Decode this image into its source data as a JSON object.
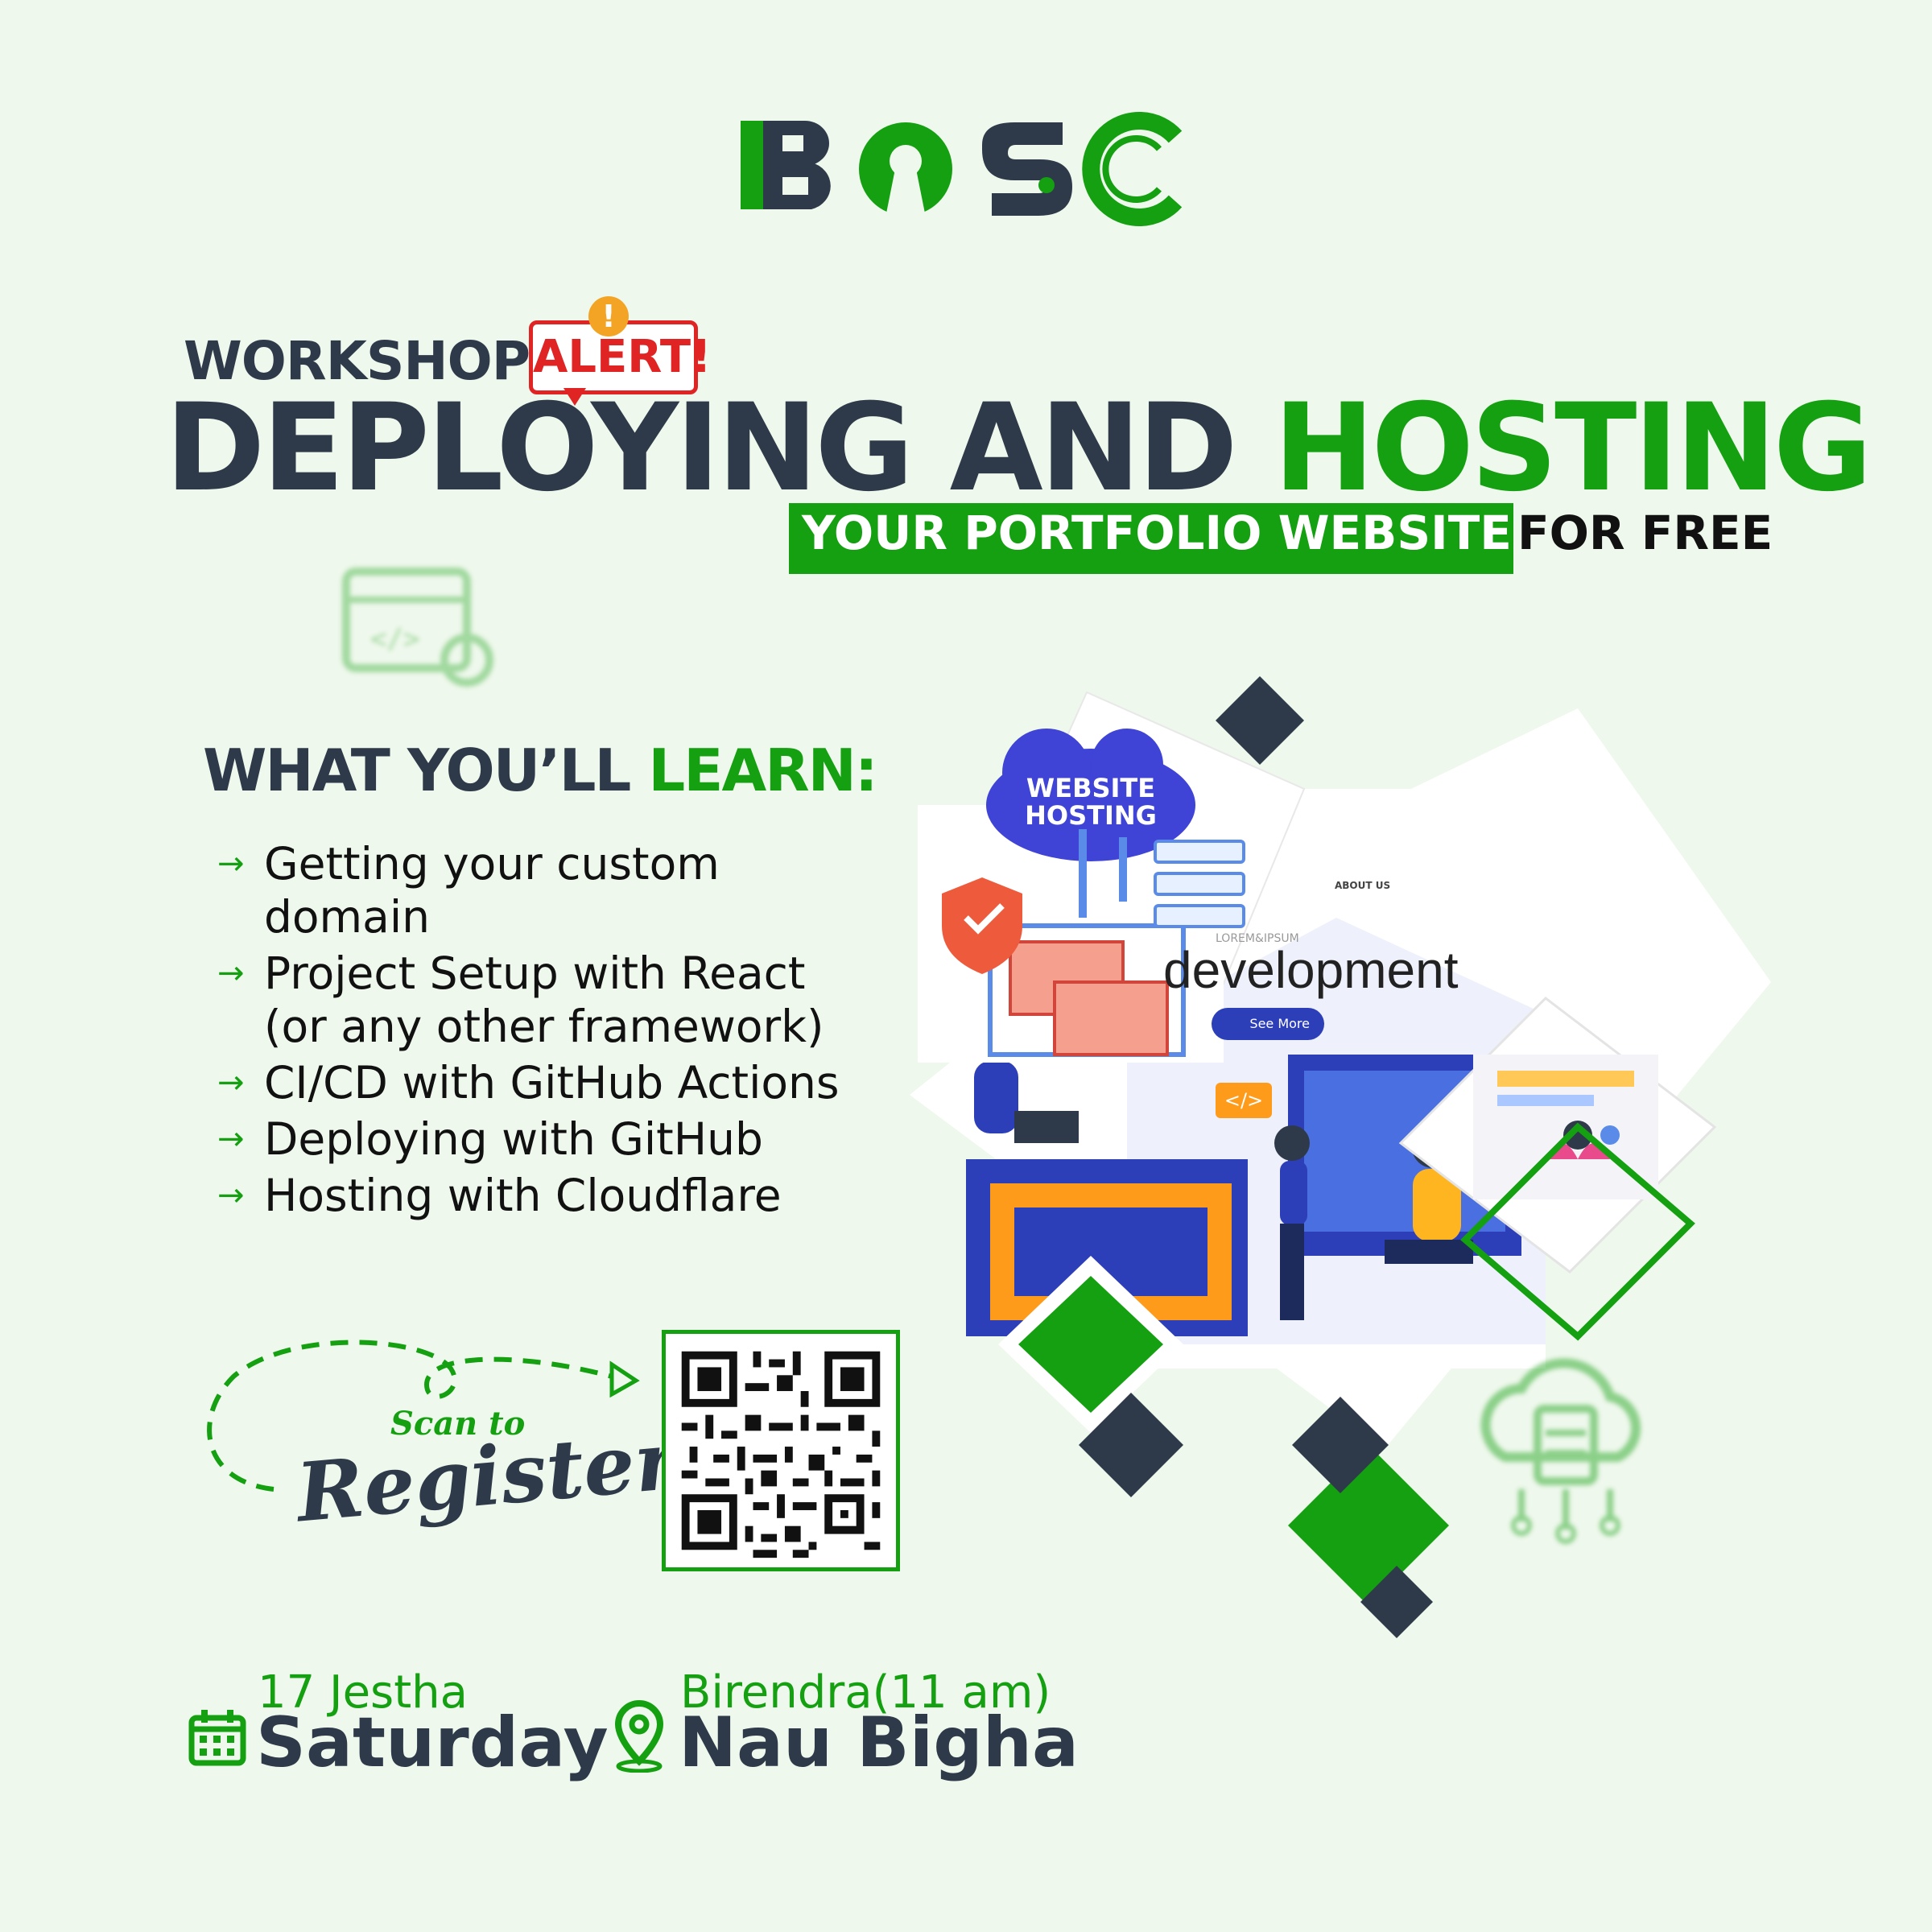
{
  "logo": {
    "text": "BOSC"
  },
  "header": {
    "workshop": "WORKSHOP",
    "alert": "ALERT!",
    "alert_badge": "!",
    "title_part1": "DEPLOYING AND",
    "title_part2": "HOSTING",
    "subtitle_highlight": "YOUR PORTFOLIO WEBSITE",
    "subtitle_rest": "FOR FREE"
  },
  "learn": {
    "title_part1": "WHAT YOU’LL",
    "title_part2": "LEARN:",
    "items": [
      "Getting your custom domain",
      "Project Setup with React (or any other framework)",
      "CI/CD with GitHub Actions",
      "Deploying with GitHub",
      "Hosting with Cloudflare"
    ],
    "arrow": "→"
  },
  "register": {
    "scan_label": "Scan to",
    "register_label": "Register"
  },
  "illustration": {
    "website_hosting": "WEBSITE HOSTING",
    "development": "development",
    "lorem": "LOREM&IPSUM",
    "about_us": "ABOUT US",
    "see_more": "See More",
    "code_tag": "</>"
  },
  "event": {
    "date_small": "17 Jestha",
    "date_big": "Saturday",
    "venue_small": "Birendra(11 am)",
    "venue_big": "Nau Bigha"
  },
  "colors": {
    "background": "#eef8ec",
    "green": "#15a012",
    "navy": "#2e3a4a",
    "alert_red": "#e02424",
    "badge_orange": "#f4a424"
  },
  "icons": [
    "calendar-icon",
    "location-pin-icon",
    "web-code-icon",
    "cloud-server-icon",
    "qr-code"
  ]
}
